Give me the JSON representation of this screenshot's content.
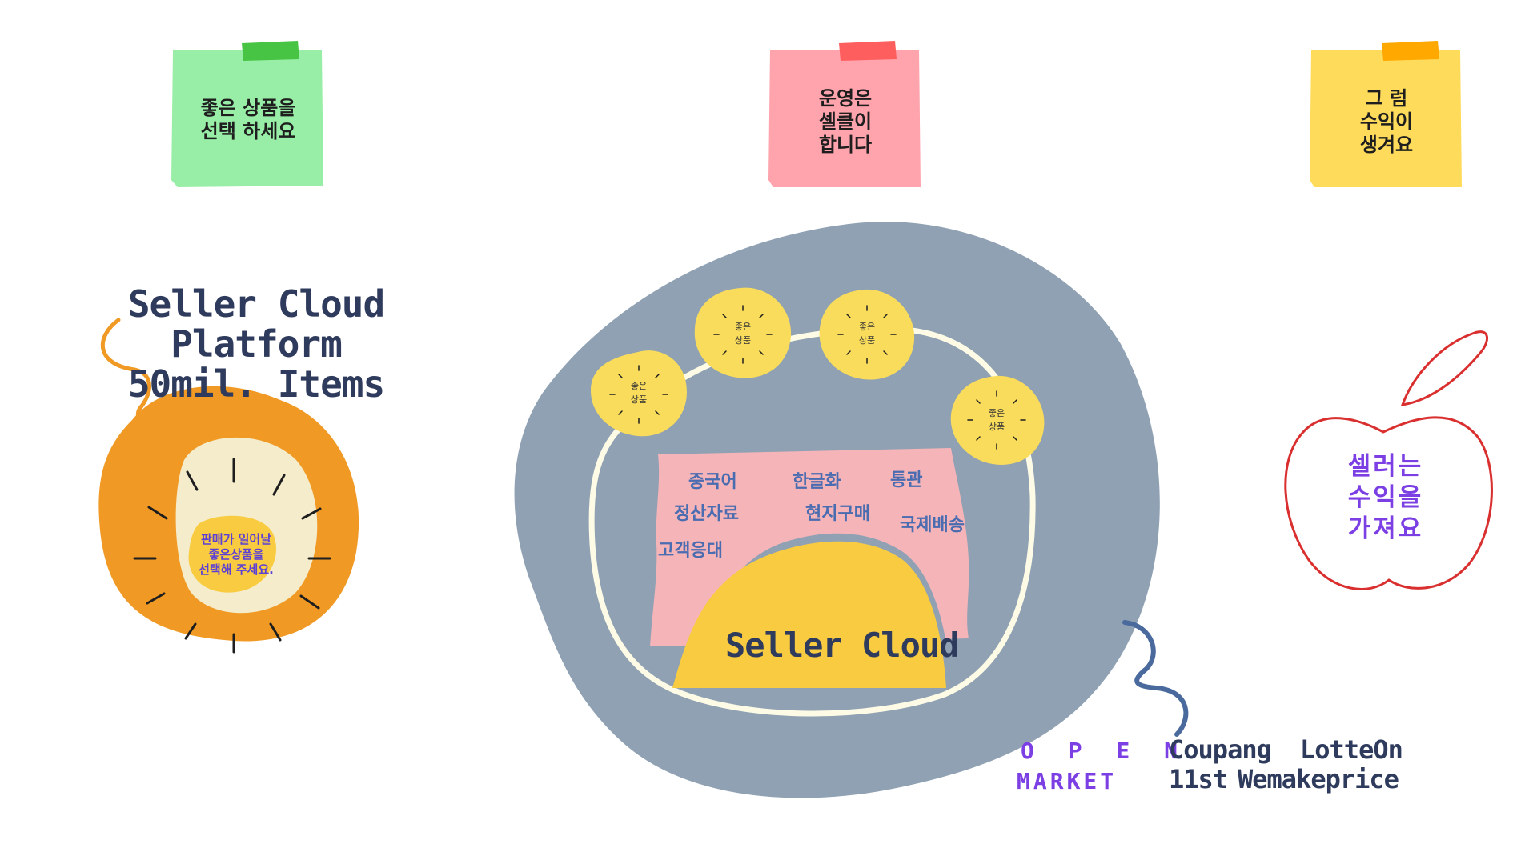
{
  "notes": [
    {
      "text": "좋은 상품을\n선택 하세요",
      "color": "#98eea6",
      "tape": "#47c444"
    },
    {
      "text": "운영은\n셀클이\n합니다",
      "color": "#ffa3ad",
      "tape": "#ff5e5e"
    },
    {
      "text": "그   럼\n수익이\n생겨요",
      "color": "#ffdb5c",
      "tape": "#ffa800"
    }
  ],
  "platform_heading": "Seller Cloud Platform\n50mil. Items",
  "egg_text": "판매가 일어날\n좋은상품을\n선택해 주세요.",
  "product_badges": [
    "좋은\n상품",
    "좋은\n상품",
    "좋은\n상품",
    "좋은\n상품"
  ],
  "services": [
    "중국어",
    "한글화",
    "통관",
    "정산자료",
    "현지구매",
    "국제배송",
    "고객응대"
  ],
  "core_label": "Seller Cloud",
  "apple_text": "셀러는\n수익을\n가져요",
  "open_market": {
    "label_line1": "O P E N",
    "label_line2": "MARKET",
    "markets": [
      "Coupang",
      "LotteOn",
      "11st",
      "Wemakeprice"
    ]
  },
  "colors": {
    "blob": "#8fa1b3",
    "ring": "#fdfbe6",
    "panel": "#f5b4b8",
    "core": "#f9cb40",
    "egg_outer": "#f09a25",
    "egg_white": "#f4eccb",
    "egg_yolk": "#f9cb40",
    "apple": "#d92f2f",
    "accent_purple": "#7b3fe4",
    "navy": "#2f3b5c"
  }
}
